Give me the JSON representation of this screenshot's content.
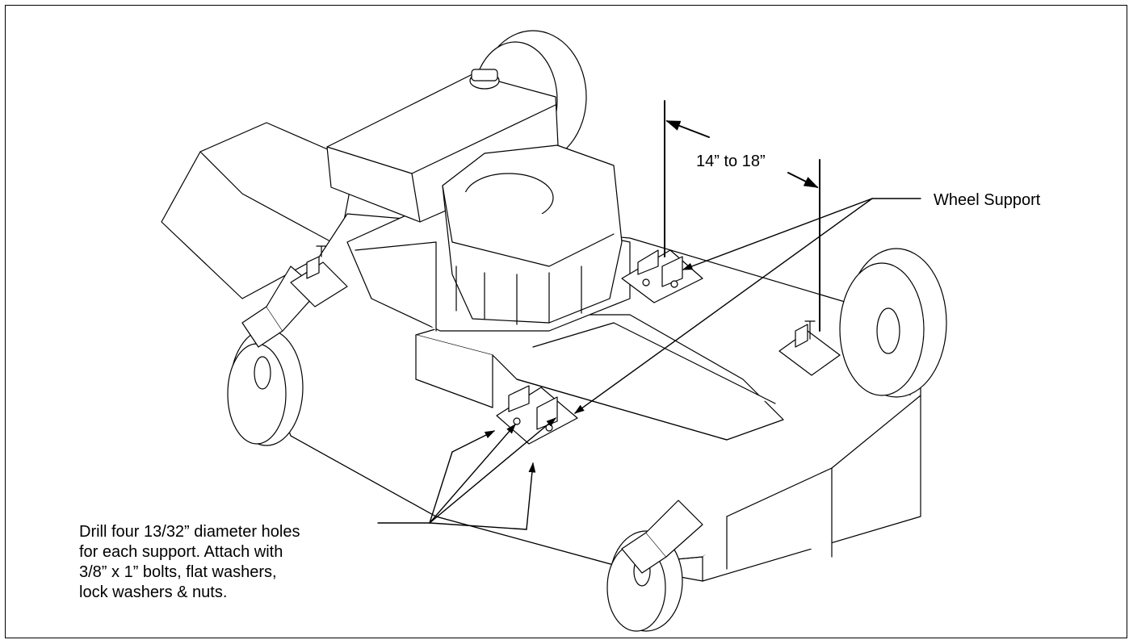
{
  "labels": {
    "dimension": "14” to 18”",
    "wheel_support": "Wheel Support",
    "drill_note": [
      "Drill four 13/32” diameter holes",
      "for each support.  Attach with",
      "3/8” x 1” bolts, flat washers,",
      "lock washers & nuts."
    ]
  },
  "colors": {
    "line": "#000000",
    "fill": "#ffffff",
    "background": "#ffffff"
  }
}
